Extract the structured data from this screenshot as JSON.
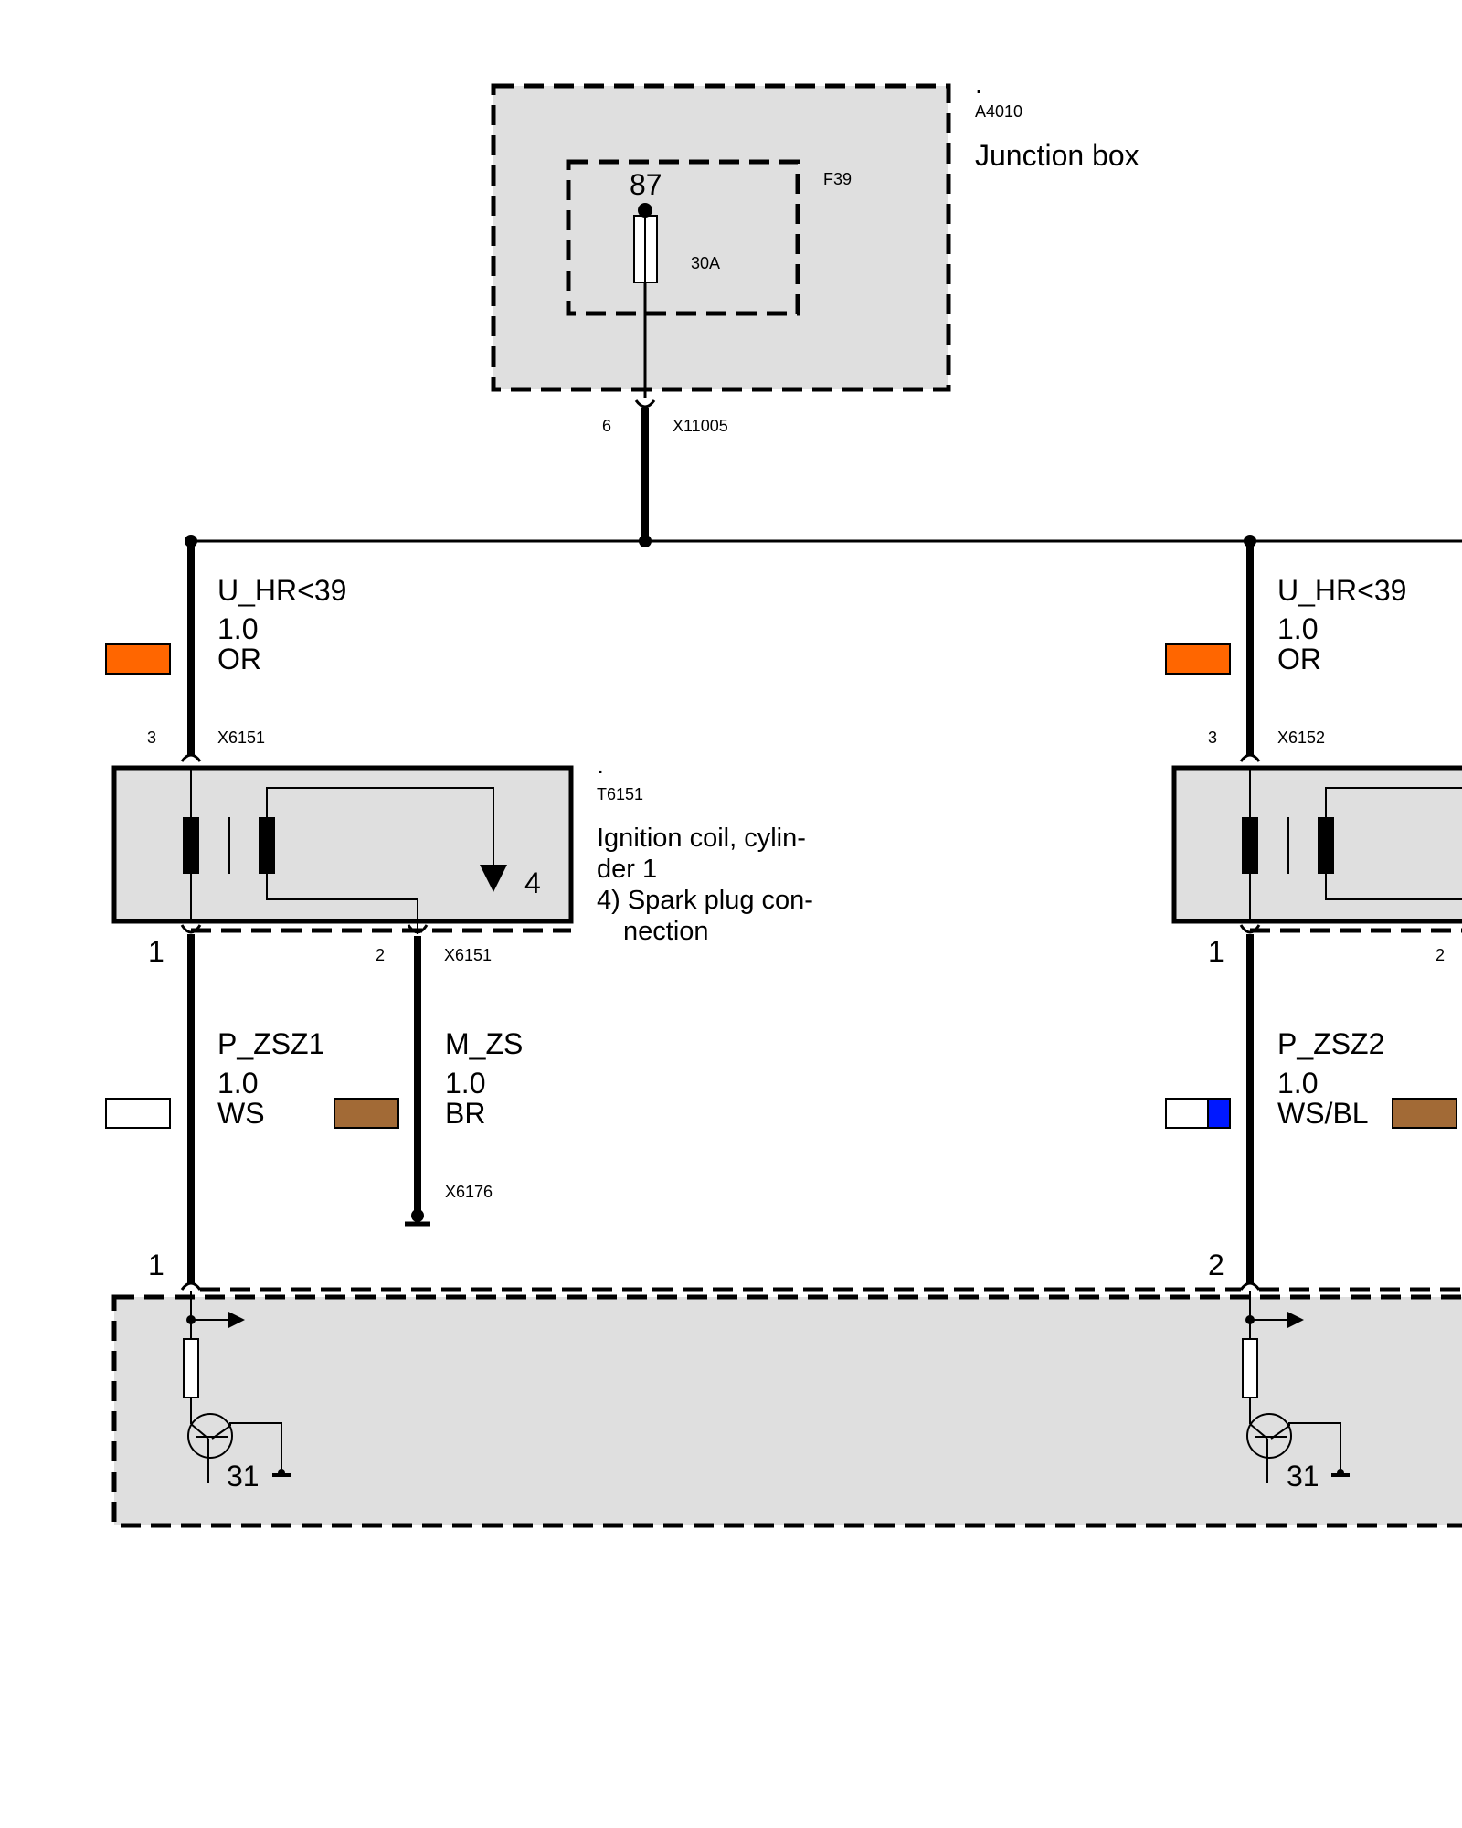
{
  "junction_box": {
    "dot": ".",
    "id": "A4010",
    "name": "Junction box",
    "fuse_id": "F39",
    "terminal": "87",
    "rating": "30A",
    "pin": "6",
    "connector": "X11005"
  },
  "feed_left": {
    "signal": "U_HR<39",
    "gauge": "1.0",
    "color": "OR"
  },
  "feed_right": {
    "signal": "U_HR<39",
    "gauge": "1.0",
    "color": "OR"
  },
  "coil1": {
    "dot": ".",
    "id": "T6151",
    "desc_line1": "Ignition coil, cylin-",
    "desc_line2": "der 1",
    "note_line1": "4) Spark plug con-",
    "note_line2": "nection",
    "pin_top": "3",
    "connector_top": "X6151",
    "pin_bottom_left": "1",
    "pin_bottom_right": "2",
    "connector_bottom": "X6151",
    "output_pin": "4"
  },
  "coil2": {
    "pin_top": "3",
    "connector_top": "X6152",
    "pin_bottom_left": "1",
    "pin_bottom_right": "2"
  },
  "wire_p_zsz1": {
    "signal": "P_ZSZ1",
    "gauge": "1.0",
    "color": "WS"
  },
  "wire_m_zs": {
    "signal": "M_ZS",
    "gauge": "1.0",
    "color": "BR",
    "ground": "X6176"
  },
  "wire_p_zsz2": {
    "signal": "P_ZSZ2",
    "gauge": "1.0",
    "color": "WS/BL"
  },
  "ecu": {
    "pin_left": "1",
    "pin_right": "2",
    "ground_left": "31",
    "ground_right": "31"
  },
  "colors": {
    "orange": "#ff6600",
    "brown": "#a26a36",
    "white": "#ffffff",
    "blue": "#0018ff",
    "box_fill": "#dfdfdf"
  }
}
